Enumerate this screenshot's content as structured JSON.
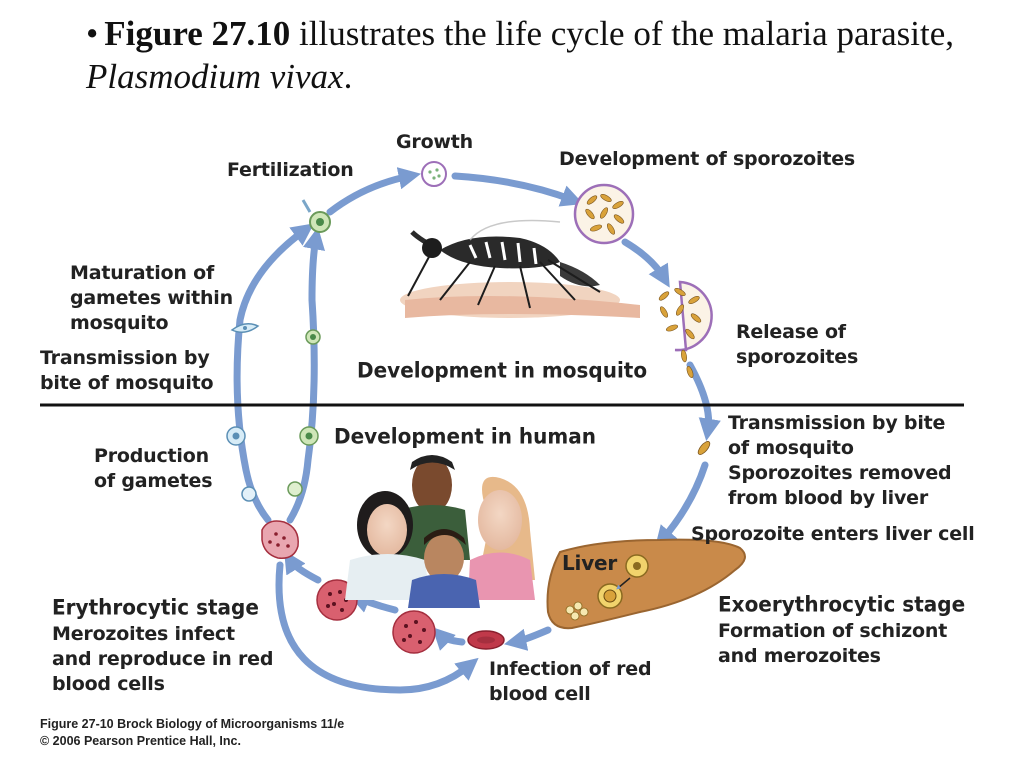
{
  "heading": {
    "bullet": "•",
    "figure_ref": "Figure 27.10",
    "text_before_species": " illustrates the life cycle of the malaria parasite, ",
    "species": "Plasmodium vivax",
    "text_after_species": "."
  },
  "mosquito_section": {
    "title": "Development in mosquito",
    "growth": "Growth",
    "fertilization": "Fertilization",
    "development_of_sporozoites": "Development of sporozoites",
    "maturation": "Maturation of\ngametes within\nmosquito",
    "transmission_to_mosquito": "Transmission by\nbite of mosquito",
    "release": "Release of\nsporozoites"
  },
  "human_section": {
    "title": "Development in human",
    "transmission_to_human": "Transmission by bite\nof mosquito\nSporozoites removed\nfrom blood by liver",
    "sporozoite_enters": "Sporozoite enters liver cell",
    "liver": "Liver",
    "exo_stage_title": "Exoerythrocytic stage",
    "exo_stage_text": "Formation of schizont\nand merozoites",
    "infection_rbc": "Infection of red\nblood cell",
    "ery_stage_title": "Erythrocytic stage",
    "ery_stage_text": "Merozoites infect\nand reproduce in red\nblood cells",
    "production_of_gametes": "Production\nof gametes"
  },
  "credit": {
    "line1": "Figure 27-10  Brock Biology of Microorganisms 11/e",
    "line2": "© 2006 Pearson Prentice Hall, Inc."
  },
  "colors": {
    "arrow": "#7a9bd0",
    "liver": "#c98a4a",
    "rbc": "#c0394a",
    "sporozoite": "#d9a23a",
    "divider": "#111111"
  }
}
